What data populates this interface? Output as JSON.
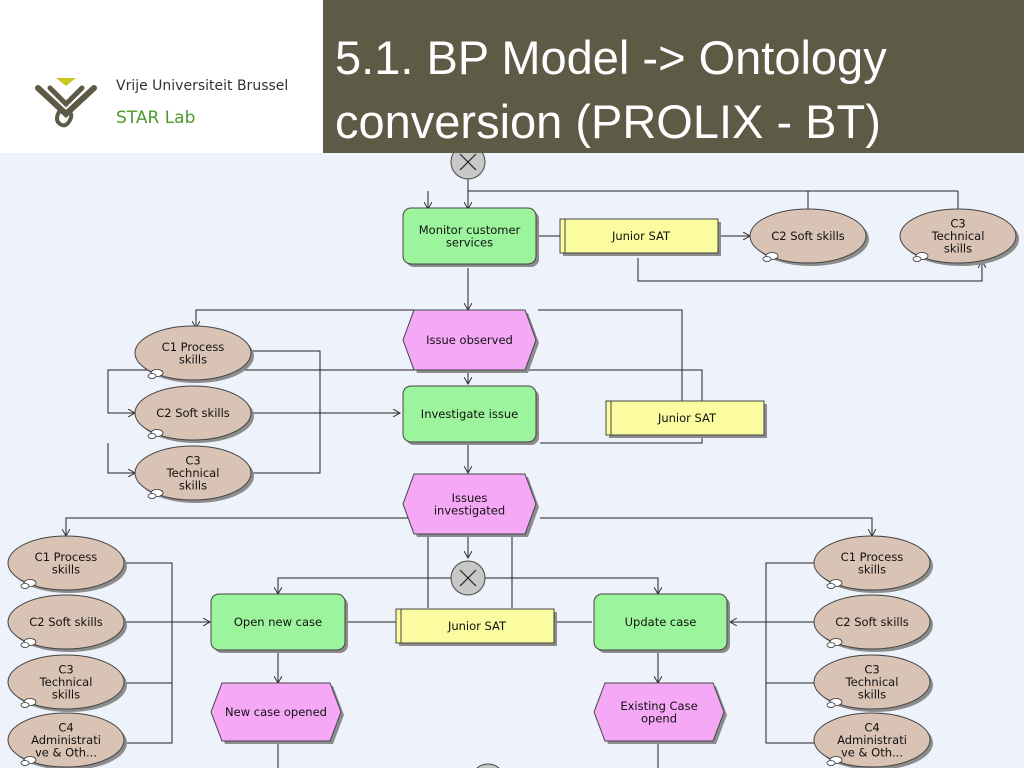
{
  "header": {
    "title_line1": "5.1. BP Model -> Ontology",
    "title_line2": "conversion (PROLIX - BT)",
    "org_name": "Vrije Universiteit Brussel",
    "lab_name": "STAR Lab",
    "title_bg": "#5d5b45",
    "lab_color": "#4c9a2a"
  },
  "colors": {
    "function": "#9cf59c",
    "event": "#f5a8f5",
    "role": "#fbfba0",
    "competence": "#d9c3b5",
    "connector": "#c8c8c8",
    "canvas": "#eef3fb"
  },
  "diagram": {
    "functions": {
      "monitor": [
        "Monitor customer",
        "services"
      ],
      "investigate": [
        "Investigate issue"
      ],
      "open_case": [
        "Open new case"
      ],
      "update_case": [
        "Update case"
      ]
    },
    "events": {
      "issue_observed": [
        "Issue observed"
      ],
      "issues_investigated": [
        "Issues",
        "investigated"
      ],
      "new_case_opened": [
        "New case opened"
      ],
      "existing_case": [
        "Existing Case",
        "opend"
      ]
    },
    "roles": {
      "top": "Junior SAT",
      "mid": "Junior SAT",
      "bottom": "Junior SAT"
    },
    "competences": {
      "top_c2": [
        "C2 Soft skills"
      ],
      "top_c3": [
        "C3",
        "Technical",
        "skills"
      ],
      "mid_c1": [
        "C1 Process",
        "skills"
      ],
      "mid_c2": [
        "C2 Soft skills"
      ],
      "mid_c3": [
        "C3",
        "Technical",
        "skills"
      ],
      "left_c1": [
        "C1 Process",
        "skills"
      ],
      "left_c2": [
        "C2 Soft skills"
      ],
      "left_c3": [
        "C3",
        "Technical",
        "skills"
      ],
      "left_c4": [
        "C4",
        "Administrati",
        "ve & Oth..."
      ],
      "right_c1": [
        "C1 Process",
        "skills"
      ],
      "right_c2": [
        "C2 Soft skills"
      ],
      "right_c3": [
        "C3",
        "Technical",
        "skills"
      ],
      "right_c4": [
        "C4",
        "Administrati",
        "ve & Oth..."
      ]
    }
  }
}
